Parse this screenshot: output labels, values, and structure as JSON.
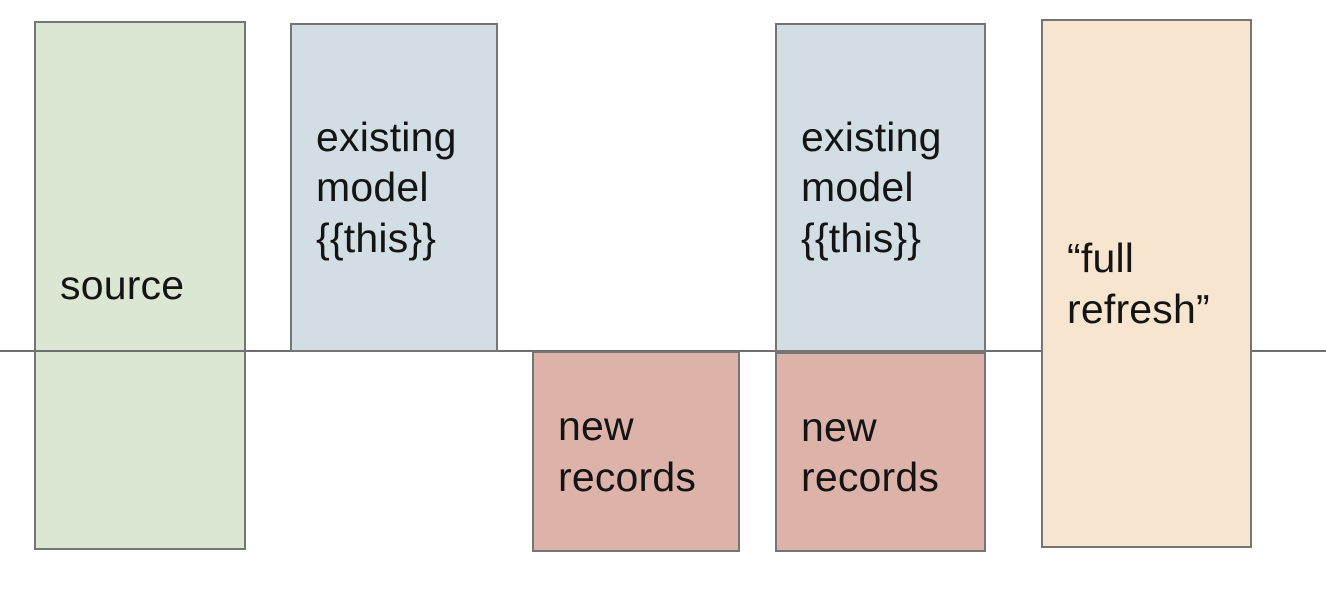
{
  "diagram": {
    "description_colors": {
      "background": "#ffffff",
      "divider_line": "#6e6e6e",
      "box_border": "#757575",
      "source_fill": "#dbe7d3",
      "existing_model_fill": "#d2dee4",
      "new_records_fill": "#ddb2a9",
      "full_refresh_fill": "#f8e5d0",
      "text": "#141414"
    },
    "boxes": [
      {
        "id": "source",
        "label": "source",
        "fill": "#dbe7d3"
      },
      {
        "id": "existing-1",
        "label": "existing model {{this}}",
        "fill": "#d2dee4"
      },
      {
        "id": "new-records-1",
        "label": "new records",
        "fill": "#ddb2a9"
      },
      {
        "id": "existing-2",
        "label": "existing model {{this}}",
        "fill": "#d2dee4"
      },
      {
        "id": "new-records-2",
        "label": "new records",
        "fill": "#ddb2a9"
      },
      {
        "id": "full-refresh",
        "label": "“full refresh”",
        "fill": "#f8e5d0"
      }
    ],
    "divider": {
      "color": "#6e6e6e"
    }
  }
}
